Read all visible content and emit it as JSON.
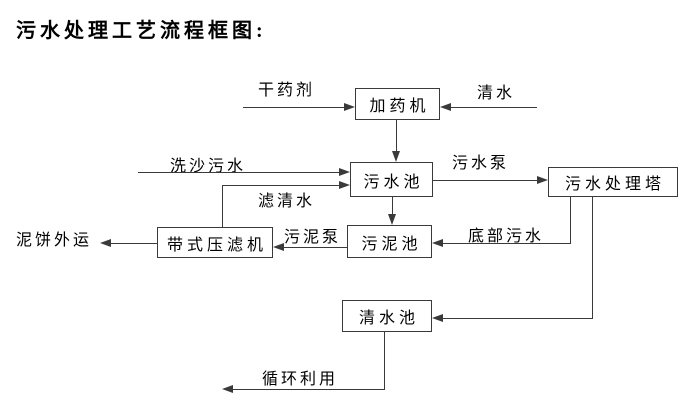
{
  "title": "污水处理工艺流程框图:",
  "diagram": {
    "nodes": [
      {
        "id": "dosing-machine",
        "label": "加药机"
      },
      {
        "id": "sewage-pool",
        "label": "污水池"
      },
      {
        "id": "treatment-tower",
        "label": "污水处理塔"
      },
      {
        "id": "belt-filter-press",
        "label": "带式压滤机"
      },
      {
        "id": "sludge-pool",
        "label": "污泥池"
      },
      {
        "id": "clean-water-pool",
        "label": "清水池"
      }
    ],
    "edge_labels": [
      {
        "id": "dry-agent",
        "label": "干药剂"
      },
      {
        "id": "clean-water-in",
        "label": "清水"
      },
      {
        "id": "sand-washing-sewage",
        "label": "洗沙污水"
      },
      {
        "id": "sewage-pump",
        "label": "污水泵"
      },
      {
        "id": "filtered-clean-water",
        "label": "滤清水"
      },
      {
        "id": "mud-cake-outbound",
        "label": "泥饼外运"
      },
      {
        "id": "sludge-pump",
        "label": "污泥泵"
      },
      {
        "id": "bottom-sewage",
        "label": "底部污水"
      },
      {
        "id": "recycle-reuse",
        "label": "循环利用"
      }
    ],
    "colors": {
      "line": "#3a3a3a",
      "text": "#000000",
      "background": "#ffffff"
    }
  }
}
